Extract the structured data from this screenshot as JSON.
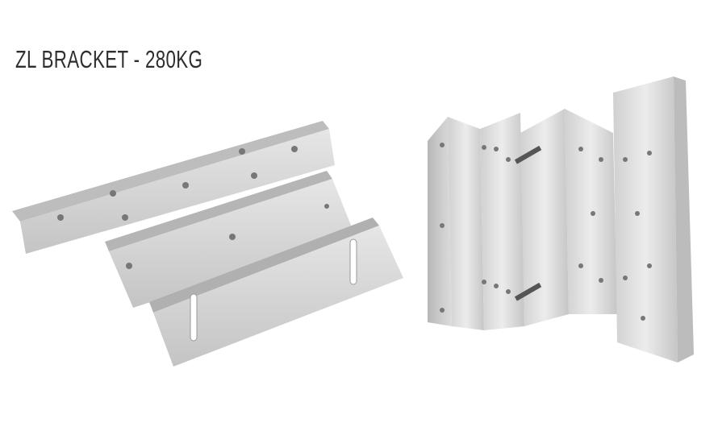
{
  "product": {
    "title": "ZL BRACKET - 280KG",
    "images": [
      "zl-bracket-assembled",
      "zl-bracket-unfolded"
    ]
  },
  "colors": {
    "title": "#2e2e2e",
    "metal": "#d4d4d4"
  }
}
